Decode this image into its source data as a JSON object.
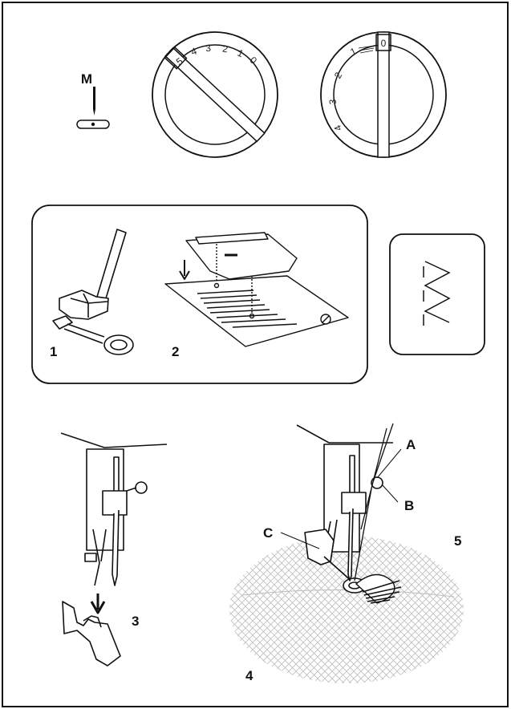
{
  "needle_symbol": {
    "letter": "M"
  },
  "dial_stitch_length": {
    "numbers": [
      "5",
      "4",
      "3",
      "2",
      "1",
      "0"
    ]
  },
  "dial_stitch_width": {
    "numbers": [
      "0",
      "1",
      "2",
      "3",
      "4"
    ]
  },
  "steps": {
    "step1": "1",
    "step2": "2",
    "step3": "3",
    "step4": "4",
    "step5": "5"
  },
  "parts": {
    "a": "A",
    "b": "B",
    "c": "C"
  },
  "icons": [
    "needle-symbol-icon",
    "stitch-length-dial-icon",
    "stitch-width-dial-icon",
    "darning-foot-icon",
    "cover-plate-icon",
    "zigzag-stitch-icon",
    "presser-foot-removal-icon",
    "free-motion-darning-icon"
  ],
  "colors": {
    "line": "#111111",
    "fabric": "#c8c8c8"
  }
}
